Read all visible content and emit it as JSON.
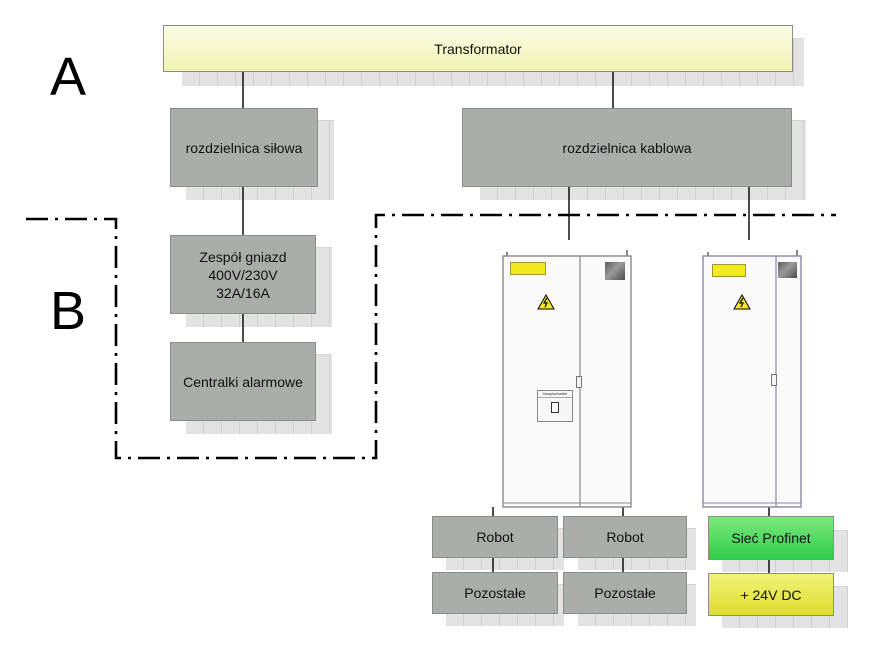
{
  "labels": {
    "a": "A",
    "b": "B"
  },
  "nodes": {
    "transformator": "Transformator",
    "rozdzielnica_silowa": "rozdzielnica siłowa",
    "rozdzielnica_kablowa": "rozdzielnica kablowa",
    "zespol_gniazd": "Zespół gniazd\n400V/230V\n32A/16A",
    "centralki": "Centralki alarmowe",
    "robot_1": "Robot",
    "robot_2": "Robot",
    "pozostale_1": "Pozostałe",
    "pozostale_2": "Pozostałe",
    "siec_profinet": "Sieć Profinet",
    "dc_24v": "+ 24V DC"
  },
  "cabinet": {
    "switch_label": "Hauptschalter"
  },
  "colors": {
    "node_fill": "#a9aeab",
    "transformator_fill": "#f4f7c8",
    "profinet_fill": "#3bd650",
    "dc_fill": "#e7e73c",
    "dash_line": "#000000"
  }
}
